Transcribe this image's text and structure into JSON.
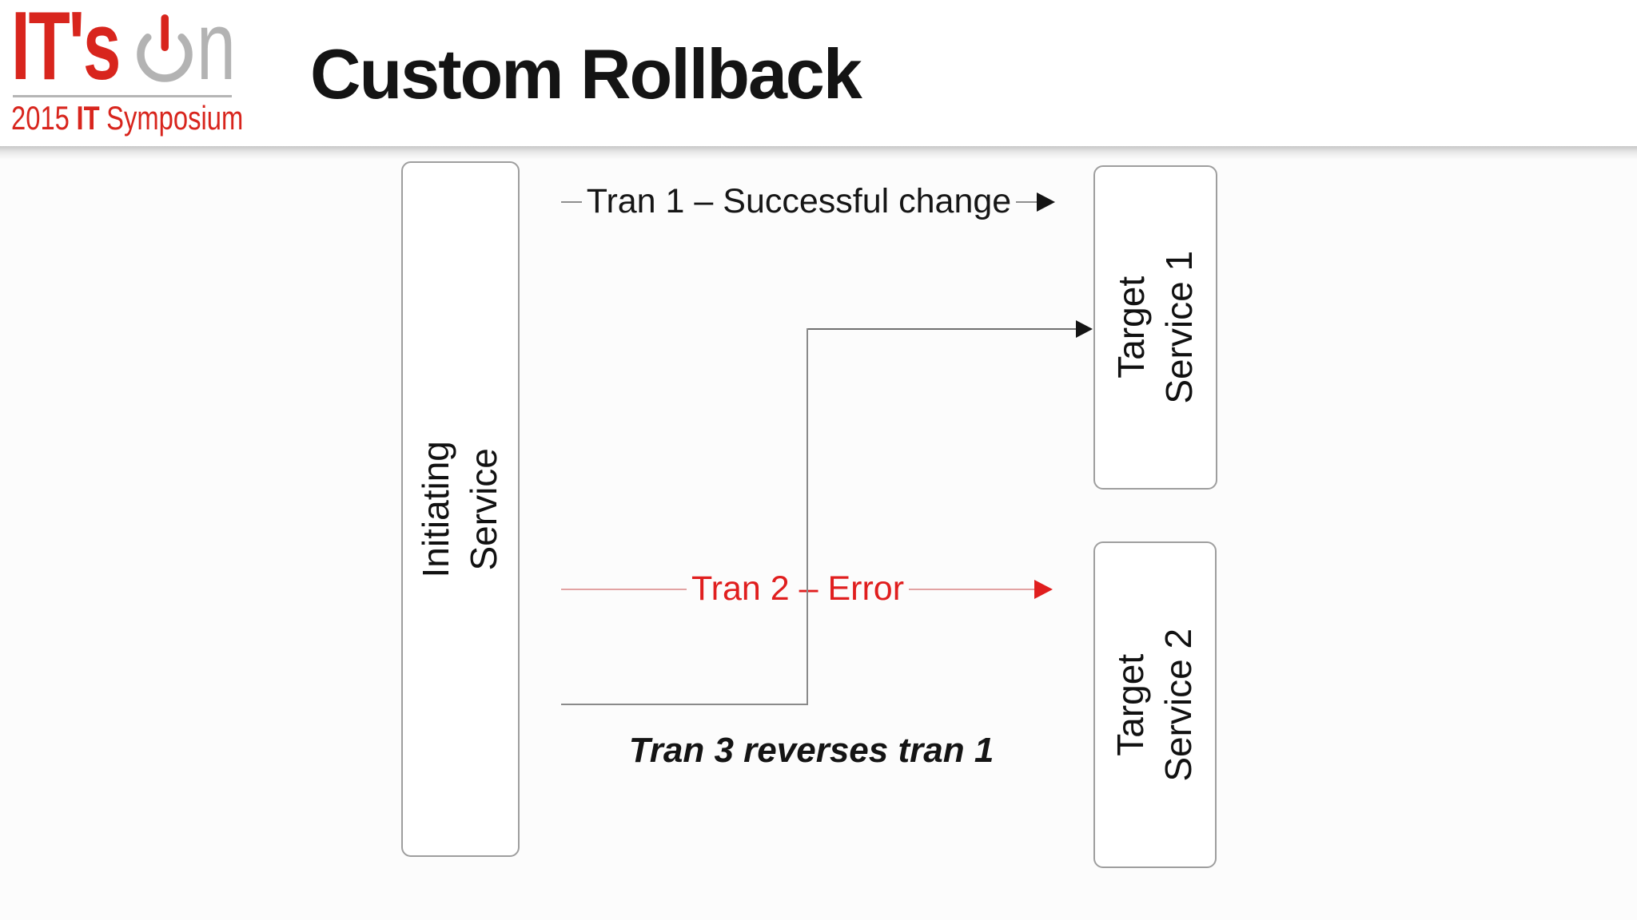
{
  "header": {
    "logo": {
      "wordmark_left": "IT's",
      "wordmark_right": "n",
      "tagline_year": "2015",
      "tagline_bold": "IT",
      "tagline_rest": "Symposium"
    },
    "title": "Custom Rollback"
  },
  "diagram": {
    "initiating_box": {
      "line1": "Initiating",
      "line2": "Service"
    },
    "target1_box": {
      "line1": "Target",
      "line2": "Service 1"
    },
    "target2_box": {
      "line1": "Target",
      "line2": "Service 2"
    },
    "tran1_label": "Tran 1 – Successful change",
    "tran2_label": "Tran 2 – Error",
    "tran3_label": "Tran 3 reverses tran 1"
  },
  "colors": {
    "brand_red": "#d8251d",
    "error_red": "#e01e1e",
    "logo_gray": "#b3b3b3",
    "line_gray": "#8a8a8a",
    "text_black": "#141414"
  }
}
